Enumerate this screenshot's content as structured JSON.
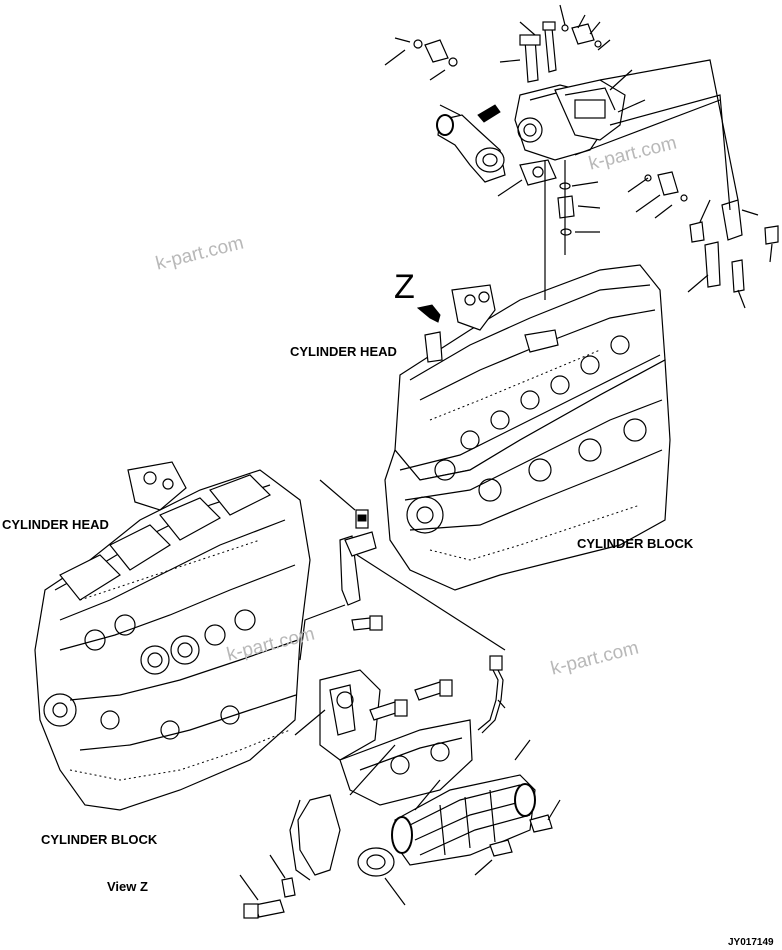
{
  "labels": {
    "cylinder_head_top": "CYLINDER HEAD",
    "cylinder_head_left": "CYLINDER HEAD",
    "cylinder_block_right": "CYLINDER BLOCK",
    "cylinder_block_left": "CYLINDER BLOCK",
    "view_z": "View Z",
    "z_marker": "Z",
    "drawing_code": "JY017149"
  },
  "watermarks": [
    "k-part.com",
    "k-part.com",
    "k-part.com",
    "k-part.com"
  ],
  "colors": {
    "line": "#000000",
    "background": "#ffffff",
    "watermark": "#b8b8b8"
  }
}
